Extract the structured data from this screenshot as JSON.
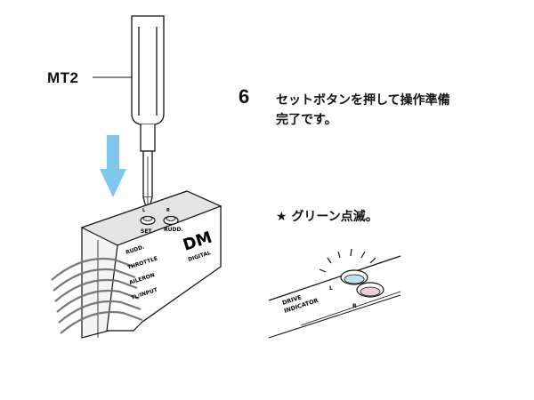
{
  "tool": {
    "label": "MT2"
  },
  "step": {
    "number": "6",
    "line1": "セットボタンを押して操作準備",
    "line2": "完了です。"
  },
  "note": {
    "star": "★",
    "text": "グリーン点滅。"
  },
  "device": {
    "buttons": [
      "SET",
      "RUDD."
    ],
    "button_marks": [
      "L",
      "R"
    ],
    "channels": [
      "RUDD.",
      "THROTTLE",
      "AILERON",
      "TL/INPUT"
    ],
    "logo": "DM",
    "logo_sub": "DIGITAL"
  },
  "indicator": {
    "label_lines": [
      "DRIVE",
      "INDICATOR"
    ],
    "left": "L",
    "right": "R",
    "left_color": "#bfe3ee",
    "right_color": "#f3cbd4"
  },
  "colors": {
    "arrow": "#7fc7ec",
    "ink": "#111111"
  }
}
